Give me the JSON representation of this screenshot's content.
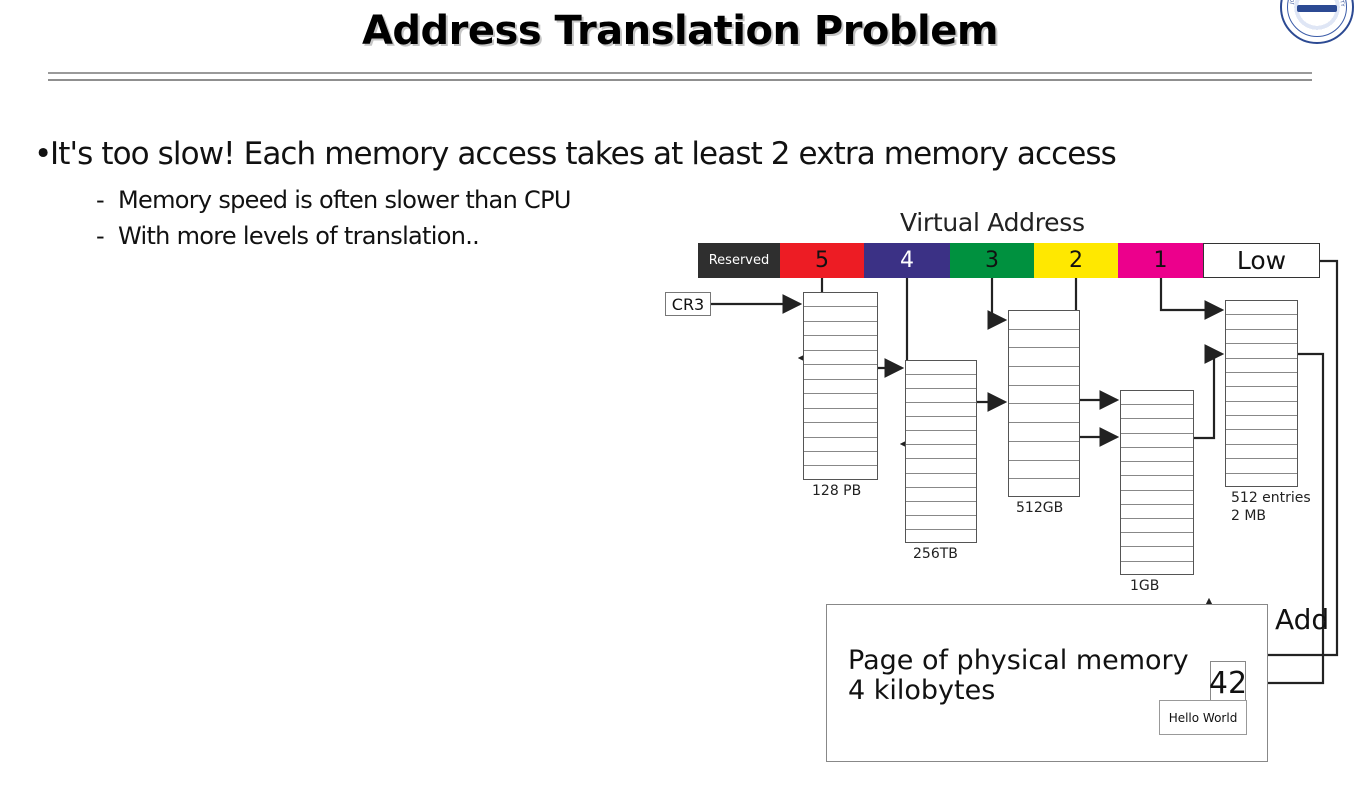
{
  "slide": {
    "title": "Address Translation Problem",
    "logo_alt": "university-seal"
  },
  "content": {
    "bullet_marker": "•",
    "dash_marker": "-",
    "bullet": "It's too slow! Each memory access takes at least 2 extra memory access",
    "sub_bullets": [
      "Memory speed is often slower than CPU",
      "With more levels of translation.."
    ]
  },
  "diagram": {
    "virtual_address_label": "Virtual Address",
    "cr3_label": "CR3",
    "add_label": "Add",
    "segments": [
      {
        "label": "Reserved",
        "color": "#2f2f2f",
        "text_color": "#ffffff"
      },
      {
        "label": "5",
        "color": "#ED1C24",
        "text_color": "#111111"
      },
      {
        "label": "4",
        "color": "#3B3185",
        "text_color": "#ffffff"
      },
      {
        "label": "3",
        "color": "#00913F",
        "text_color": "#111111"
      },
      {
        "label": "2",
        "color": "#FFE800",
        "text_color": "#111111"
      },
      {
        "label": "1",
        "color": "#EC008C",
        "text_color": "#111111"
      },
      {
        "label": "Low",
        "color": "#ffffff",
        "text_color": "#111111"
      }
    ],
    "tables": [
      {
        "name": "level-5-table",
        "label": "128 PB",
        "rows": 13
      },
      {
        "name": "level-4-table",
        "label": "256TB",
        "rows": 13
      },
      {
        "name": "level-3-table",
        "label": "512GB",
        "rows": 10
      },
      {
        "name": "level-2-table",
        "label": "1GB",
        "rows": 13
      },
      {
        "name": "level-1-table",
        "label": "512 entries\n2 MB",
        "rows": 13
      }
    ],
    "physical_memory": {
      "line1": "Page of physical memory",
      "line2": "4 kilobytes",
      "offset_value": "42",
      "data_value": "Hello World"
    }
  }
}
